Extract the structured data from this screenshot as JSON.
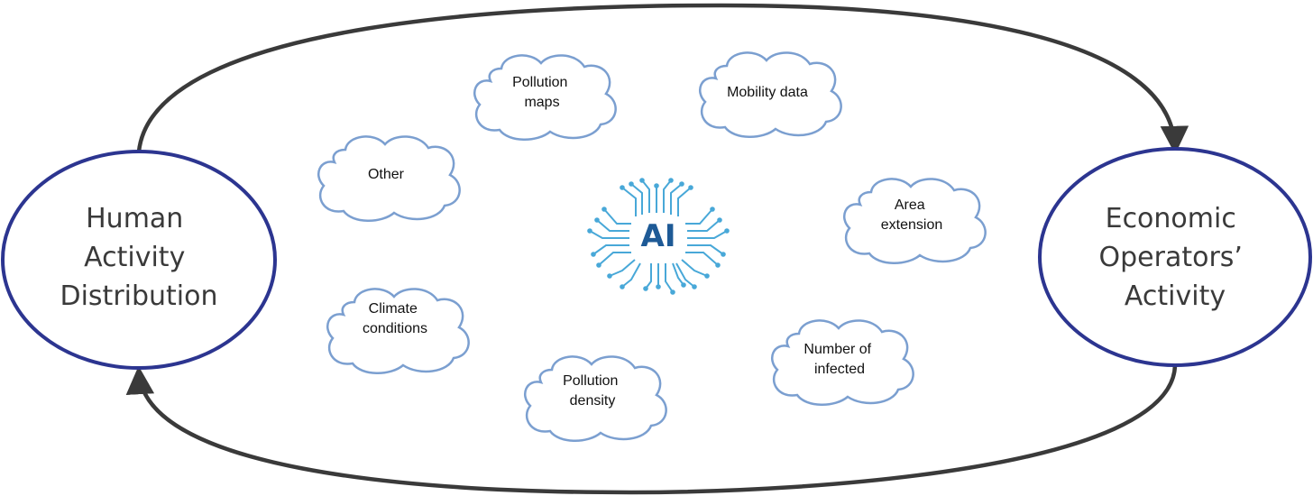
{
  "nodes": {
    "left": {
      "lines": [
        "Human",
        "Activity",
        "Distribution"
      ]
    },
    "right": {
      "lines": [
        "Economic",
        "Operators’",
        "Activity"
      ]
    }
  },
  "ai_center": {
    "label": "AI",
    "icon": "circuit-brain-icon"
  },
  "clouds": [
    {
      "id": "pollution-maps",
      "lines": [
        "Pollution",
        "maps"
      ]
    },
    {
      "id": "mobility-data",
      "lines": [
        "Mobility data"
      ]
    },
    {
      "id": "other",
      "lines": [
        "Other"
      ]
    },
    {
      "id": "area-extension",
      "lines": [
        "Area",
        "extension"
      ]
    },
    {
      "id": "climate-conditions",
      "lines": [
        "Climate",
        "conditions"
      ]
    },
    {
      "id": "number-of-infected",
      "lines": [
        "Number of",
        "infected"
      ]
    },
    {
      "id": "pollution-density",
      "lines": [
        "Pollution",
        "density"
      ]
    }
  ],
  "colors": {
    "node_stroke": "#2c3590",
    "loop_stroke": "#3a3a3a",
    "cloud_stroke": "#7b9fd0",
    "brain_color": "#48a8d8",
    "ai_text": "#1e5a96"
  }
}
